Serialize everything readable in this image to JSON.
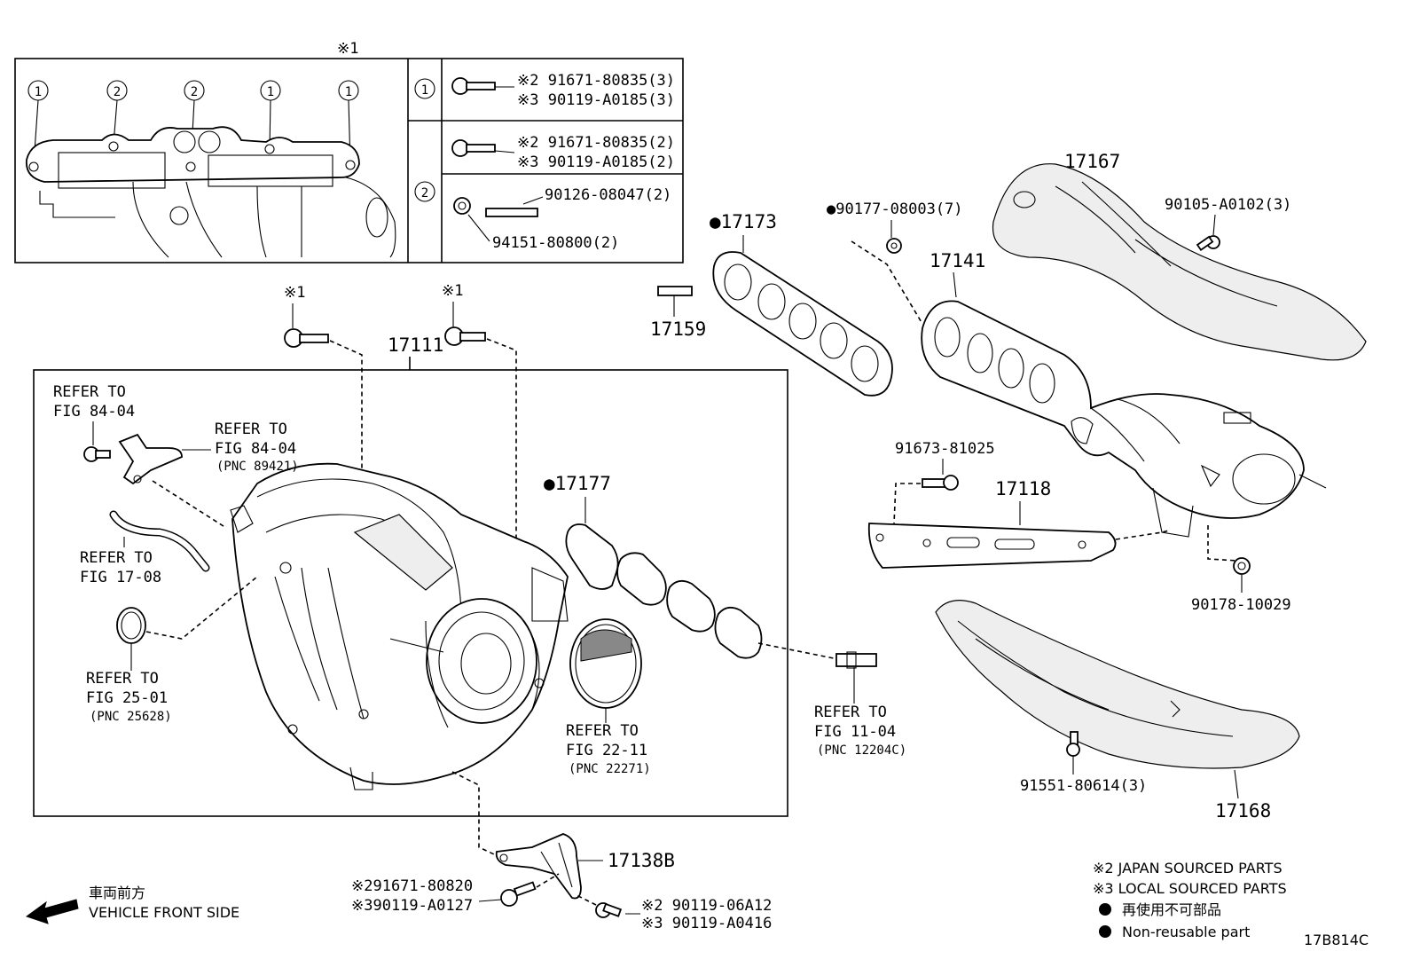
{
  "diagram": {
    "inset": {
      "header": "※1",
      "top_markers": [
        "1",
        "2",
        "2",
        "1",
        "1"
      ],
      "rows": [
        {
          "circle": "1",
          "lines": [
            "※2 91671-80835(3)",
            "※3 90119-A0185(3)"
          ]
        },
        {
          "circle": "",
          "lines": [
            "※2 91671-80835(2)",
            "※3 90119-A0185(2)"
          ]
        },
        {
          "circle": "2",
          "lines": [
            "90126-08047(2)",
            "94151-80800(2)"
          ]
        }
      ]
    },
    "parts": {
      "p17167": "17167",
      "p90105": "90105-A0102(3)",
      "p90177": "●90177-08003(7)",
      "p17173": "●17173",
      "p17141": "17141",
      "p17159": "17159",
      "p17111": "17111",
      "star1a": "※1",
      "star1b": "※1",
      "p17177": "●17177",
      "p91673": "91673-81025",
      "p17118": "17118",
      "p90178": "90178-10029",
      "p91551": "91551-80614(3)",
      "p17168": "17168",
      "p17138b": "17138B"
    },
    "refs": {
      "r1": [
        "REFER TO",
        "FIG 84-04"
      ],
      "r2": [
        "REFER TO",
        "FIG 84-04",
        "(PNC 89421)"
      ],
      "r3": [
        "REFER TO",
        "FIG 17-08"
      ],
      "r4": [
        "REFER TO",
        "FIG 25-01",
        "(PNC 25628)"
      ],
      "r5": [
        "REFER TO",
        "FIG 22-11",
        "(PNC 22271)"
      ],
      "r6": [
        "REFER TO",
        "FIG 11-04",
        "(PNC 12204C)"
      ]
    },
    "bracket_bolts": {
      "left": [
        "※291671-80820",
        "※390119-A0127"
      ],
      "right": [
        "※2 90119-06A12",
        "※3 90119-A0416"
      ]
    },
    "front_side": {
      "jp": "車両前方",
      "en": "VEHICLE FRONT SIDE"
    },
    "legend": {
      "l1": "※2 JAPAN SOURCED PARTS",
      "l2": "※3 LOCAL SOURCED PARTS",
      "l3": "再使用不可部品",
      "l4": "Non-reusable part"
    },
    "figure_code": "17B814C"
  }
}
